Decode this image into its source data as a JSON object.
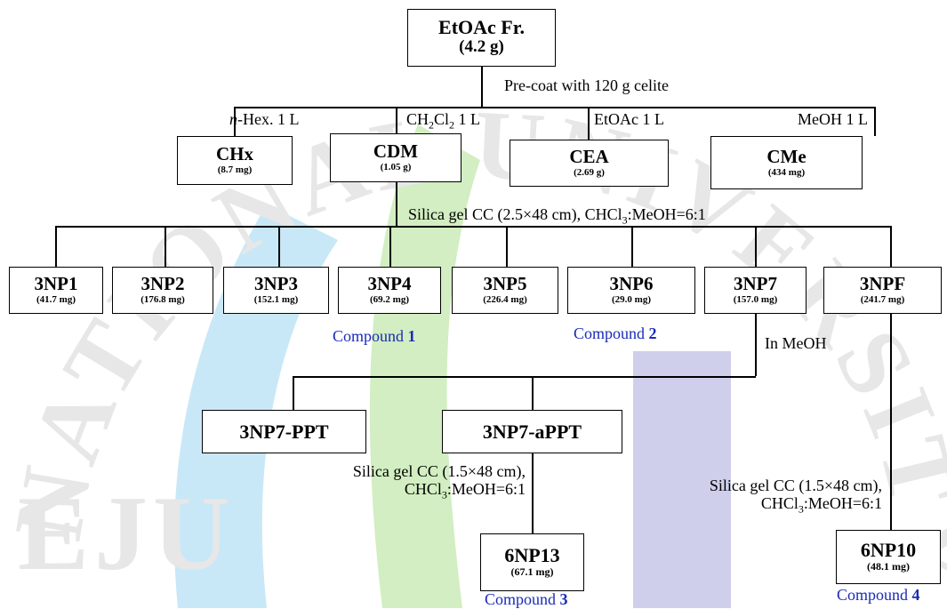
{
  "root": {
    "name": "EtOAc Fr.",
    "amount": "(4.2 g)"
  },
  "precoat_label": "Pre-coat with 120 g celite",
  "solvents": {
    "hexane_label": "-Hex. 1 L",
    "hexane_prefix": "n",
    "dcm_label": "CH2Cl2 1 L",
    "etoac_label": "EtOAc 1 L",
    "meoh_label": "MeOH 1 L"
  },
  "level1": [
    {
      "name": "CHx",
      "amount": "(8.7 mg)"
    },
    {
      "name": "CDM",
      "amount": "(1.05 g)"
    },
    {
      "name": "CEA",
      "amount": "(2.69 g)"
    },
    {
      "name": "CMe",
      "amount": "(434 mg)"
    }
  ],
  "silica_main": "Silica gel CC (2.5×48 cm), CHCl3:MeOH=6:1",
  "level2": [
    {
      "name": "3NP1",
      "amount": "(41.7 mg)"
    },
    {
      "name": "3NP2",
      "amount": "(176.8 mg)"
    },
    {
      "name": "3NP3",
      "amount": "(152.1 mg)"
    },
    {
      "name": "3NP4",
      "amount": "(69.2 mg)"
    },
    {
      "name": "3NP5",
      "amount": "(226.4 mg)"
    },
    {
      "name": "3NP6",
      "amount": "(29.0 mg)"
    },
    {
      "name": "3NP7",
      "amount": "(157.0 mg)"
    },
    {
      "name": "3NPF",
      "amount": "(241.7 mg)"
    }
  ],
  "compounds": {
    "prefix": "Compound",
    "c1": "1",
    "c2": "2",
    "c3": "3",
    "c4": "4"
  },
  "in_meoh": "In MeOH",
  "level3": [
    {
      "name": "3NP7-PPT"
    },
    {
      "name": "3NP7-aPPT"
    }
  ],
  "silica_small_line1": "Silica gel CC (1.5×48 cm),",
  "silica_small_line2": "CHCl3:MeOH=6:1",
  "level4": [
    {
      "name": "6NP13",
      "amount": "(67.1 mg)"
    },
    {
      "name": "6NP10",
      "amount": "(48.1 mg)"
    }
  ],
  "colors": {
    "compound_text": "#1a2bb8",
    "watermark_gray": "#e7e7e7",
    "watermark_blue": "#c9e8f7",
    "watermark_green": "#d2eec2",
    "watermark_purple": "#cfcfec"
  }
}
